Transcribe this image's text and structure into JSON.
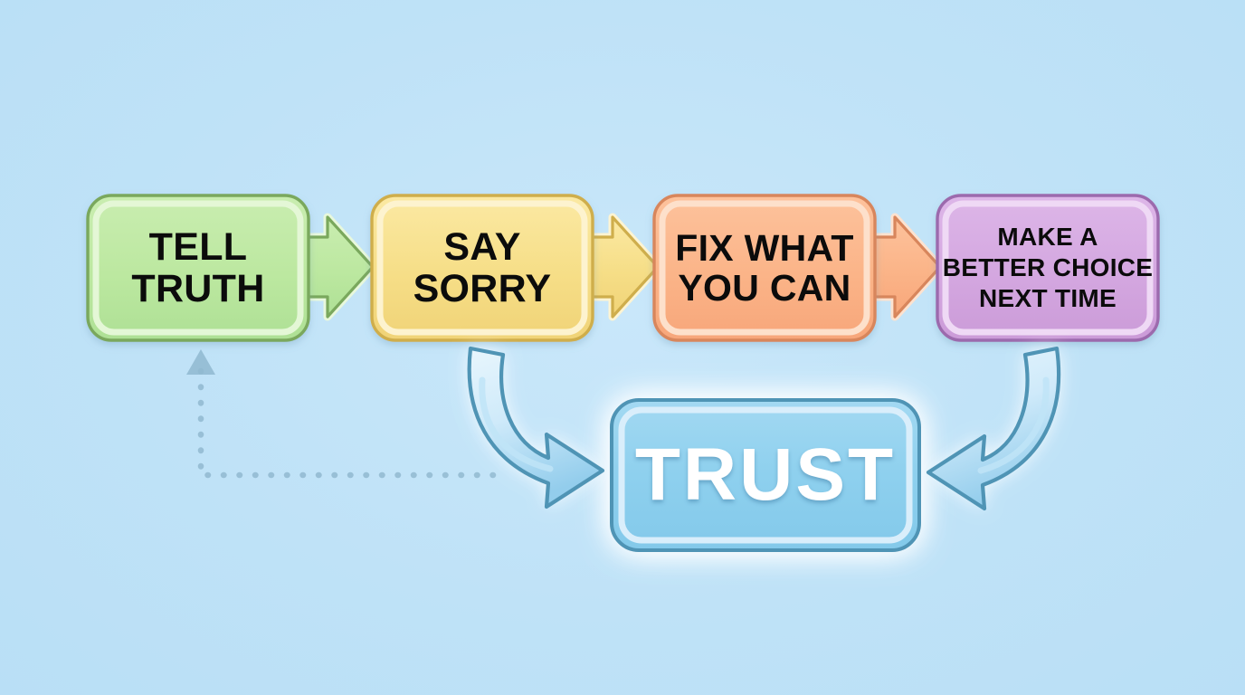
{
  "diagram": {
    "title": "Trust repair steps flow",
    "background_color": "#c3e4f8"
  },
  "steps": [
    {
      "id": "tell-truth",
      "lines": [
        "TELL",
        "TRUTH"
      ],
      "fill": "#bce8a0",
      "stroke": "#7aa85d",
      "inner_ring": "#e2f6d4",
      "arrow_to_next": true
    },
    {
      "id": "say-sorry",
      "lines": [
        "SAY",
        "SORRY"
      ],
      "fill": "#f6de87",
      "stroke": "#cfae4c",
      "inner_ring": "#fcf2c9",
      "arrow_to_next": true
    },
    {
      "id": "fix-what-you-can",
      "lines": [
        "FIX WHAT",
        "YOU CAN"
      ],
      "fill": "#fbb488",
      "stroke": "#d8865c",
      "inner_ring": "#fdddc7",
      "arrow_to_next": true
    },
    {
      "id": "make-a-better-choice-next-time",
      "lines": [
        "MAKE A",
        "BETTER CHOICE",
        "NEXT TIME"
      ],
      "fill": "#d4a7e0",
      "stroke": "#9c6aad",
      "inner_ring": "#eed6f3",
      "arrow_to_next": false
    }
  ],
  "outcome": {
    "id": "trust",
    "label": "TRUST",
    "fill": "#8ed0ee",
    "stroke": "#4f94b5",
    "inner_ring": "#d9eefb",
    "text_color": "#ffffff",
    "glow_color": "#ffffff"
  },
  "connectors": {
    "curved_left": {
      "name": "say-sorry-to-trust",
      "direction": "down-right",
      "color": "#9bd1ef",
      "stroke": "#4f94b5"
    },
    "curved_right": {
      "name": "better-choice-to-trust",
      "direction": "down-left",
      "color": "#9bd1ef",
      "stroke": "#4f94b5"
    },
    "feedback_dotted": {
      "name": "trust-back-to-tell-truth",
      "style": "dotted",
      "color": "#7fa9c2",
      "direction": "up"
    }
  }
}
